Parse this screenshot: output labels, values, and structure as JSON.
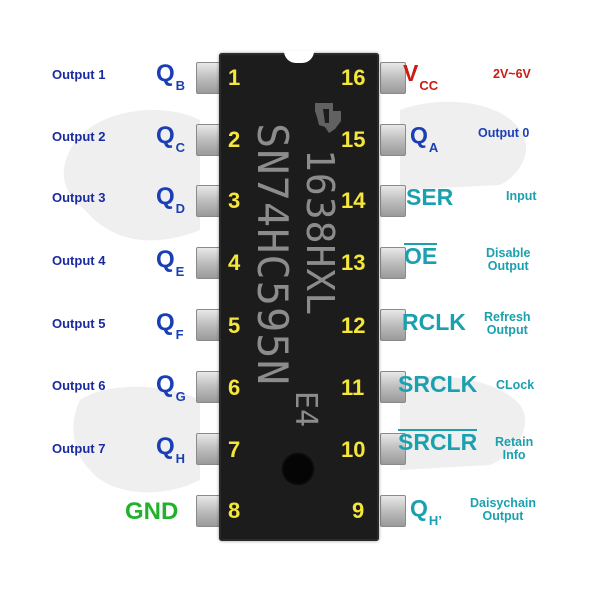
{
  "chip": {
    "markings": [
      "1638HXL",
      "SN74HC595N",
      "E4"
    ]
  },
  "left_pins": [
    {
      "num": "1",
      "q": "Q",
      "sub": "B",
      "desc": "Output 1"
    },
    {
      "num": "2",
      "q": "Q",
      "sub": "C",
      "desc": "Output 2"
    },
    {
      "num": "3",
      "q": "Q",
      "sub": "D",
      "desc": "Output 3"
    },
    {
      "num": "4",
      "q": "Q",
      "sub": "E",
      "desc": "Output 4"
    },
    {
      "num": "5",
      "q": "Q",
      "sub": "F",
      "desc": "Output 5"
    },
    {
      "num": "6",
      "q": "Q",
      "sub": "G",
      "desc": "Output 6"
    },
    {
      "num": "7",
      "q": "Q",
      "sub": "H",
      "desc": "Output 7"
    },
    {
      "num": "8",
      "q": "GND",
      "sub": "",
      "desc": ""
    }
  ],
  "right_pins": [
    {
      "num": "16",
      "label": "V",
      "sub": "CC",
      "desc": "2V~6V"
    },
    {
      "num": "15",
      "label": "Q",
      "sub": "A",
      "desc": "Output 0"
    },
    {
      "num": "14",
      "label": "SER",
      "sub": "",
      "desc": "Input"
    },
    {
      "num": "13",
      "label": "OE",
      "sub": "",
      "desc_lines": [
        "Disable",
        "Output"
      ]
    },
    {
      "num": "12",
      "label": "RCLK",
      "sub": "",
      "desc_lines": [
        "Refresh",
        "Output"
      ]
    },
    {
      "num": "11",
      "label": "SRCLK",
      "sub": "",
      "desc": "CLock"
    },
    {
      "num": "10",
      "label": "SRCLR",
      "sub": "",
      "desc_lines": [
        "Retain",
        "Info"
      ]
    },
    {
      "num": "9",
      "label": "Q",
      "sub": "H’",
      "desc_lines": [
        "Daisychain",
        "Output"
      ]
    }
  ],
  "colors": {
    "blue": "#1a3fb5",
    "teal": "#1ba0b0",
    "red": "#cc1a14",
    "green": "#22b12c",
    "pin_number": "#f5e63a"
  }
}
